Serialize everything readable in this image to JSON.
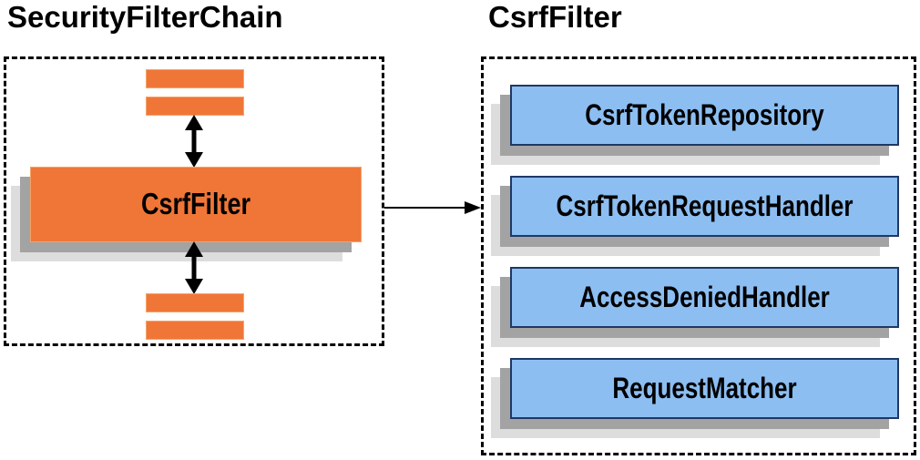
{
  "diagram": {
    "left_panel": {
      "title": "SecurityFilterChain",
      "csrf_filter_label": "CsrfFilter"
    },
    "right_panel": {
      "title": "CsrfFilter",
      "components": [
        "CsrfTokenRepository",
        "CsrfTokenRequestHandler",
        "AccessDeniedHandler",
        "RequestMatcher"
      ]
    },
    "colors": {
      "orange_fill": "#F07637",
      "orange_border": "#F5A368",
      "blue_fill": "#8CBEF2",
      "blue_border": "#1F3864",
      "shadow_dark": "#A3A3A3",
      "shadow_light": "#DDDDDD",
      "arrow_black": "#000000"
    }
  }
}
